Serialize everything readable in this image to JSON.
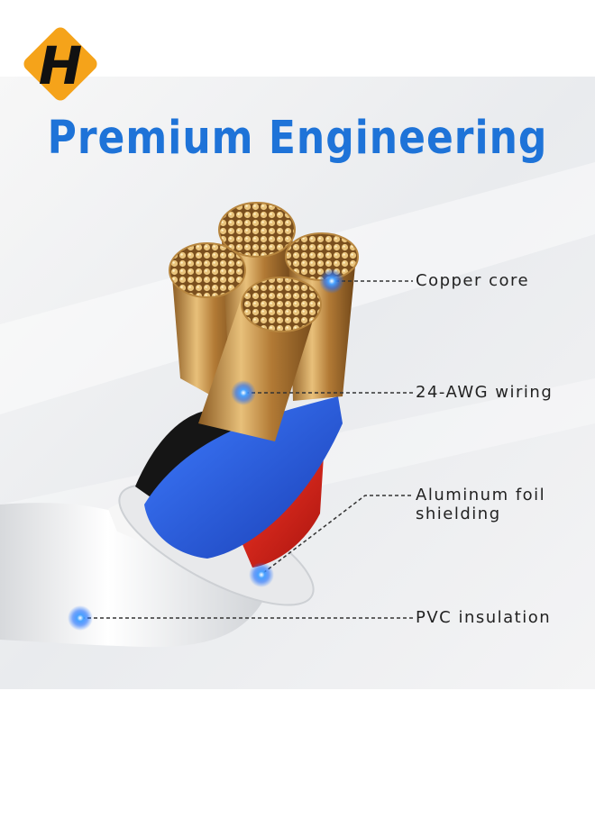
{
  "brand": {
    "logo_letter": "H",
    "logo_color": "#f5a31a"
  },
  "headline": "Premium Engineering",
  "callouts": {
    "copper": "Copper core",
    "awg": "24-AWG wiring",
    "foil_line1": "Aluminum foil",
    "foil_line2": "shielding",
    "pvc": "PVC insulation"
  },
  "colors": {
    "title": "#1e73d8",
    "copper": "#d7a655",
    "blue_wire": "#2f5be0",
    "red_wire": "#d8231c",
    "black_wire": "#1a1a1a",
    "sheath": "#f3f3f3",
    "highlight_dot": "#2d8cff"
  }
}
